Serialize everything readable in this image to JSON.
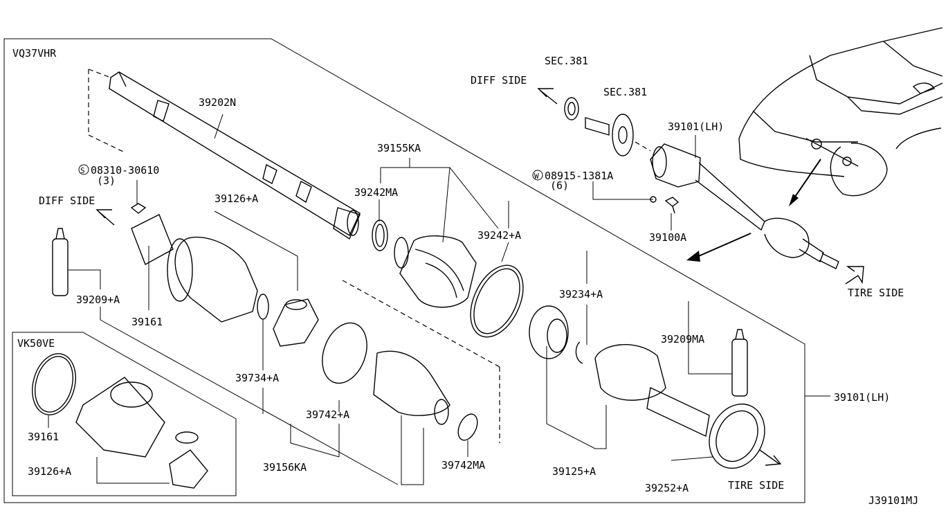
{
  "header": {
    "engine_main": "VQ37VHR",
    "engine_inset": "VK50VE"
  },
  "footer": {
    "diagram_code": "J39101MJ"
  },
  "directions": {
    "diff_side_upper": "DIFF SIDE",
    "diff_side_left": "DIFF SIDE",
    "tire_side_right": "TIRE SIDE",
    "tire_side_bottom": "TIRE SIDE"
  },
  "sections": {
    "sec381_a": "SEC.381",
    "sec381_b": "SEC.381"
  },
  "parts": {
    "shaft": "39202N",
    "kit_boot_outer": "39155KA",
    "band_small": "39242MA",
    "band_large": "39242+A",
    "circlip": "39234+A",
    "grease_right": "39209MA",
    "assembly_box": "39101(LH)",
    "assembly_top": "39101(LH)",
    "outer_joint": "39125+A",
    "seal_ring": "39252+A",
    "kit_boot_inner": "39156KA",
    "band_inner_small": "39742MA",
    "band_inner_large": "39742+A",
    "snap_ring": "39734+A",
    "housing": "39126+A",
    "housing_inset": "39126+A",
    "gasket": "39161",
    "gasket_inset": "39161",
    "grease_left": "39209+A",
    "bolt_left": "08310-30610",
    "bolt_left_qty": "(3)",
    "bolt_left_symbol": "S",
    "washer_bolt": "08915-1381A",
    "washer_bolt_qty": "(6)",
    "washer_bolt_symbol": "W",
    "bolt_right": "39100A"
  }
}
